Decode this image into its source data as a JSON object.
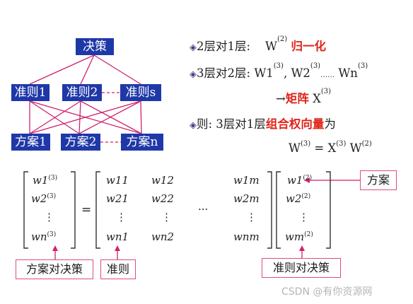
{
  "tree": {
    "root": "决策",
    "criteria": [
      "准则1",
      "准则2",
      "准则s"
    ],
    "alternatives": [
      "方案1",
      "方案2",
      "方案n"
    ]
  },
  "text": {
    "line1": {
      "prefix": "2层对1层:",
      "symbol": "W",
      "sup": "(2)",
      "emphasis": "归一化"
    },
    "line2": {
      "prefix": "3层对2层: ",
      "w1": "W1",
      "w1_sup": "(3)",
      "sep": ", ",
      "w2": "W2",
      "w2_sup": "(3)",
      "dots": "……",
      "wn": "Wn",
      "wn_sup": "(3)"
    },
    "line3": {
      "arrow": "→",
      "emphasis": "矩阵",
      "x": "X",
      "x_sup": "(3)"
    },
    "line4": {
      "prefix": "则: 3层对1层",
      "emphasis": "组合权向量",
      "suffix": "为"
    },
    "line5": {
      "w": "W",
      "w_sup": "(3)",
      "eq": " = ",
      "x": "X",
      "x_sup": "(3)",
      "w2": "W",
      "w2_sup": "(2)"
    }
  },
  "equation": {
    "lhs": [
      {
        "base": "w",
        "idx": "1",
        "sup": "(3)"
      },
      {
        "base": "w",
        "idx": "2",
        "sup": "(3)"
      },
      {
        "base": "⋮",
        "idx": "",
        "sup": ""
      },
      {
        "base": "w",
        "idx": "n",
        "sup": "(3)"
      }
    ],
    "equals": "=",
    "matrix_rows": [
      [
        "w11",
        "w12",
        "w1m"
      ],
      [
        "w21",
        "w22",
        "w2m"
      ],
      [
        "⋮",
        "⋮",
        "⋮"
      ],
      [
        "wn1",
        "wn2",
        "wnm"
      ]
    ],
    "hdots": "···",
    "rhs": [
      {
        "base": "w",
        "idx": "1",
        "sup": "(2)"
      },
      {
        "base": "w",
        "idx": "2",
        "sup": "(2)"
      },
      {
        "base": "⋮",
        "idx": "",
        "sup": ""
      },
      {
        "base": "w",
        "idx": "m",
        "sup": "(2)"
      }
    ]
  },
  "labels": {
    "fangan_duice": "方案对决策",
    "zhunze": "准则",
    "zhunze_duice": "准则对决策",
    "fangan": "方案"
  },
  "watermark": "CSDN @有你资源网",
  "colors": {
    "box": "#1f38a8",
    "line": "#d0206e",
    "emphasis": "#e0241a",
    "label_border": "#e04a86"
  }
}
